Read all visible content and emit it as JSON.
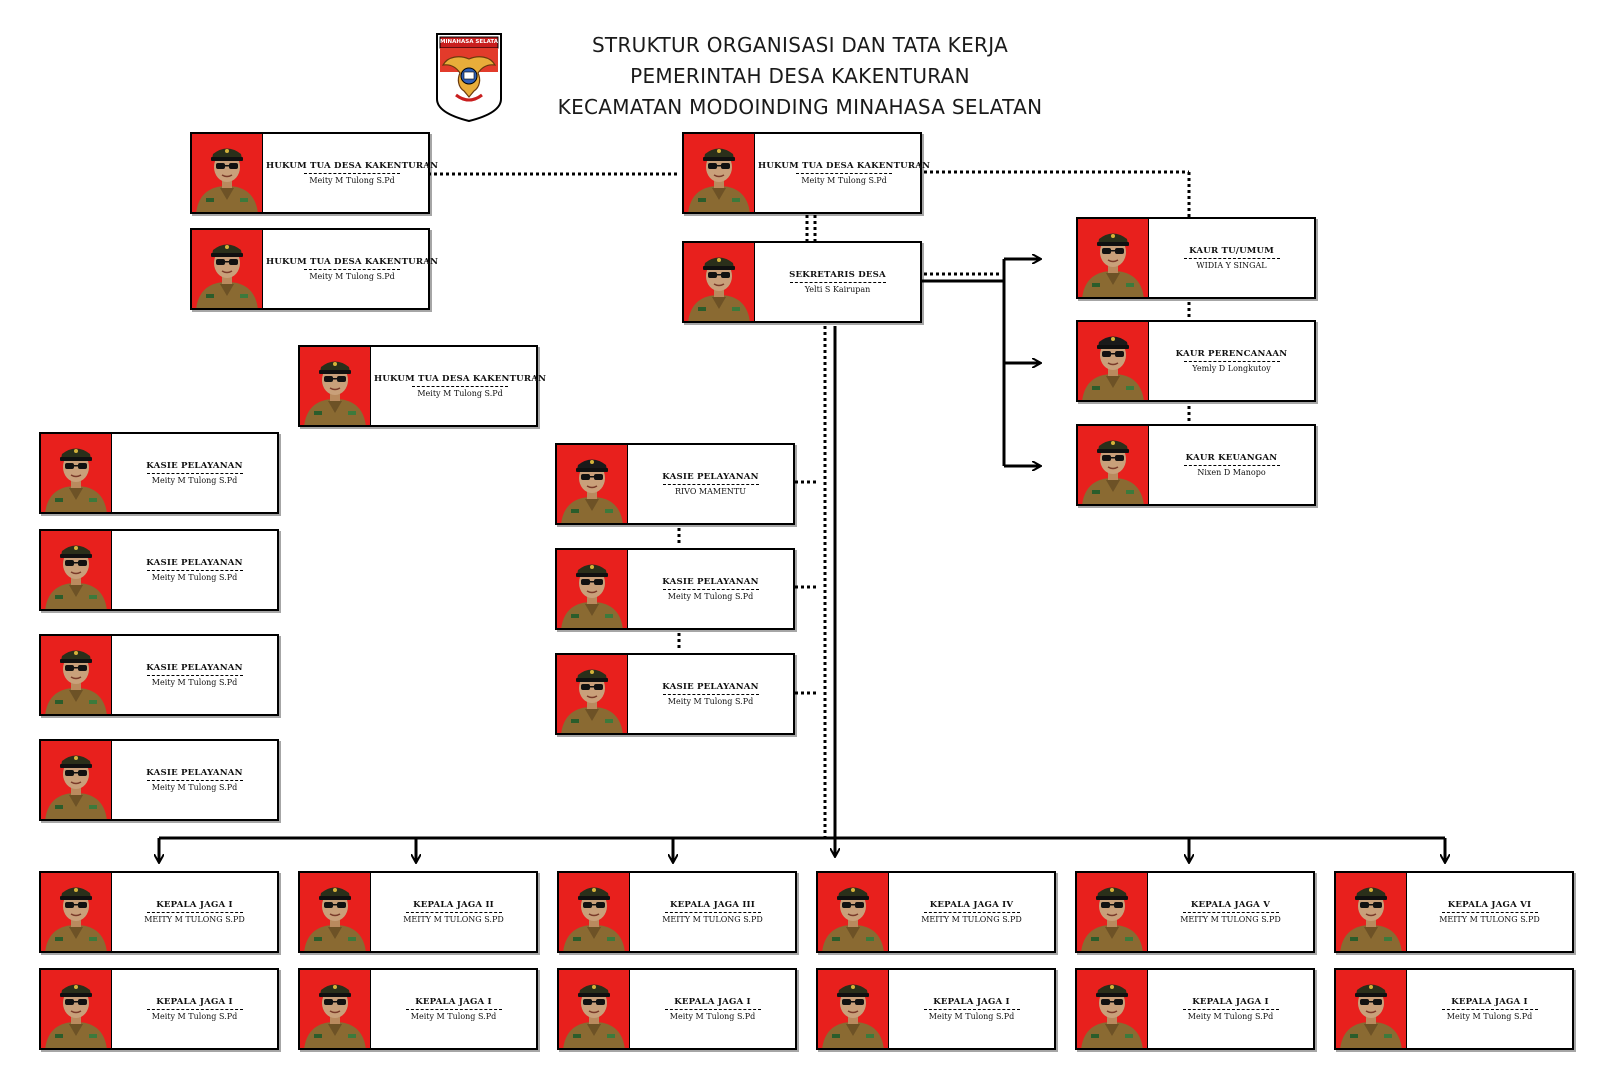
{
  "header": {
    "title_line1": "STRUKTUR ORGANISASI DAN TATA KERJA",
    "title_line2": "PEMERINTAH DESA KAKENTURAN",
    "title_line3": "KECAMATAN MODOINDING MINAHASA SELATAN",
    "logo_text": "MINAHASA SELATAN"
  },
  "colors": {
    "photo_background": "#e8201d",
    "uniform": "#8a6a32"
  },
  "cards": [
    {
      "id": "hukum-tua-left-1",
      "role": "HUKUM TUA DESA KAKENTURAN",
      "name": "Meity M Tulong S.Pd"
    },
    {
      "id": "hukum-tua-left-2",
      "role": "HUKUM TUA DESA KAKENTURAN",
      "name": "Meity M Tulong S.Pd"
    },
    {
      "id": "hukum-tua-left-3",
      "role": "HUKUM TUA DESA KAKENTURAN",
      "name": "Meity M Tulong S.Pd"
    },
    {
      "id": "hukum-tua-main",
      "role": "HUKUM TUA DESA KAKENTURAN",
      "name": "Meity M Tulong S.Pd"
    },
    {
      "id": "sekretaris-desa",
      "role": "SEKRETARIS DESA",
      "name": "Yelti S Kairupan"
    },
    {
      "id": "kaur-tu-umum",
      "role": "KAUR TU/UMUM",
      "name": "WIDIA Y SINGAL"
    },
    {
      "id": "kaur-perencanaan",
      "role": "KAUR PERENCANAAN",
      "name": "Yemly D Longkutoy"
    },
    {
      "id": "kaur-keuangan",
      "role": "KAUR KEUANGAN",
      "name": "Nixen D Manopo"
    },
    {
      "id": "kasie-left-1",
      "role": "KASIE PELAYANAN",
      "name": "Meity M Tulong S.Pd"
    },
    {
      "id": "kasie-left-2",
      "role": "KASIE PELAYANAN",
      "name": "Meity M Tulong S.Pd"
    },
    {
      "id": "kasie-left-3",
      "role": "KASIE PELAYANAN",
      "name": "Meity M Tulong S.Pd"
    },
    {
      "id": "kasie-left-4",
      "role": "KASIE PELAYANAN",
      "name": "Meity M Tulong S.Pd"
    },
    {
      "id": "kasie-center-1",
      "role": "KASIE PELAYANAN",
      "name": "RIVO MAMENTU"
    },
    {
      "id": "kasie-center-2",
      "role": "KASIE PELAYANAN",
      "name": "Meity M Tulong S.Pd"
    },
    {
      "id": "kasie-center-3",
      "role": "KASIE PELAYANAN",
      "name": "Meity M Tulong S.Pd"
    },
    {
      "id": "kepala-jaga-1",
      "role": "KEPALA JAGA I",
      "name": "MEITY M TULONG S.PD"
    },
    {
      "id": "kepala-jaga-2",
      "role": "KEPALA JAGA II",
      "name": "MEITY M TULONG S.PD"
    },
    {
      "id": "kepala-jaga-3",
      "role": "KEPALA JAGA III",
      "name": "MEITY M TULONG S.PD"
    },
    {
      "id": "kepala-jaga-4",
      "role": "KEPALA JAGA IV",
      "name": "MEITY M TULONG S.PD"
    },
    {
      "id": "kepala-jaga-5",
      "role": "KEPALA JAGA V",
      "name": "MEITY M TULONG S.PD"
    },
    {
      "id": "kepala-jaga-6",
      "role": "KEPALA JAGA VI",
      "name": "MEITY M TULONG S.PD"
    },
    {
      "id": "kepala-jaga-1b",
      "role": "KEPALA JAGA I",
      "name": "Meity M Tulong S.Pd"
    },
    {
      "id": "kepala-jaga-2b",
      "role": "KEPALA JAGA I",
      "name": "Meity M Tulong S.Pd"
    },
    {
      "id": "kepala-jaga-3b",
      "role": "KEPALA JAGA I",
      "name": "Meity M Tulong S.Pd"
    },
    {
      "id": "kepala-jaga-4b",
      "role": "KEPALA JAGA I",
      "name": "Meity M Tulong S.Pd"
    },
    {
      "id": "kepala-jaga-5b",
      "role": "KEPALA JAGA I",
      "name": "Meity M Tulong S.Pd"
    },
    {
      "id": "kepala-jaga-6b",
      "role": "KEPALA JAGA I",
      "name": "Meity M Tulong S.Pd"
    }
  ]
}
